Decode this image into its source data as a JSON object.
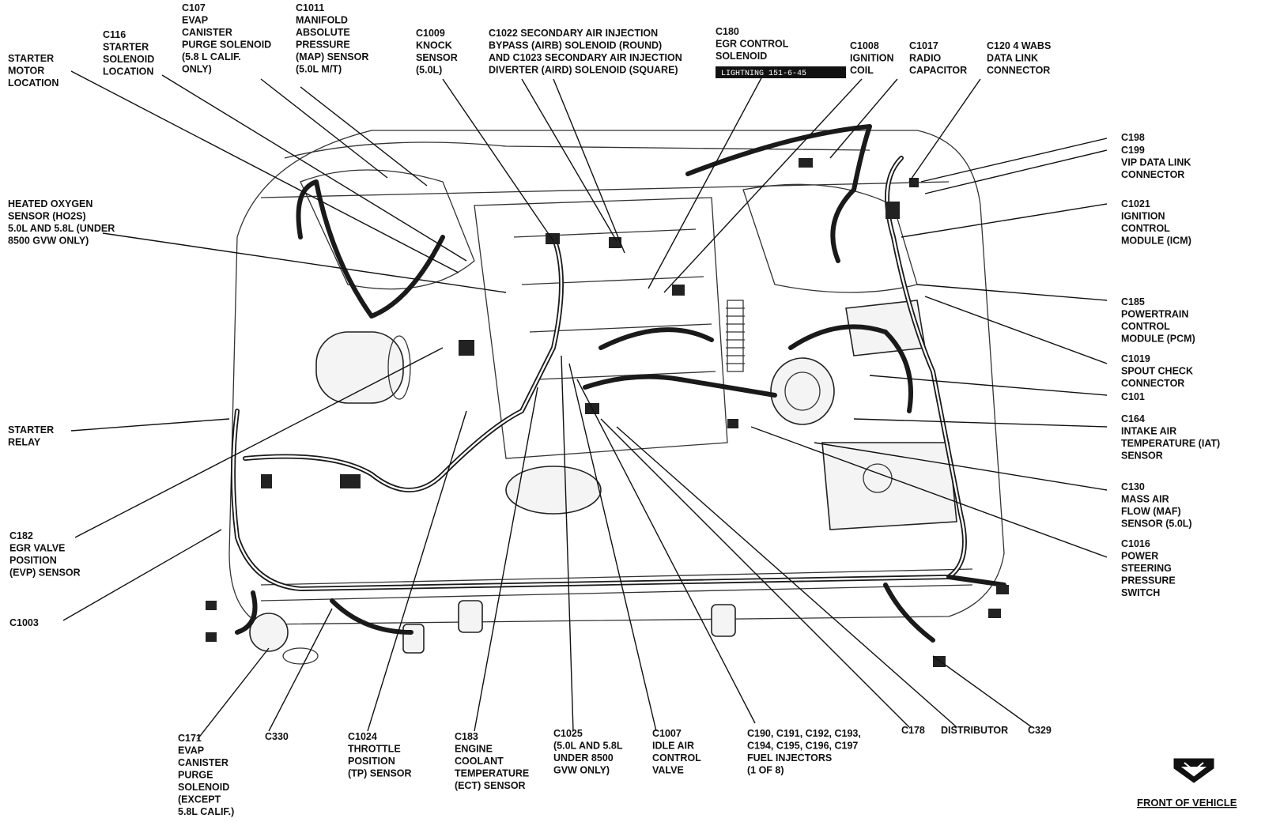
{
  "labels": {
    "starter_motor": [
      "STARTER",
      "MOTOR",
      "LOCATION"
    ],
    "c116": [
      "C116",
      "STARTER",
      "SOLENOID",
      "LOCATION"
    ],
    "c107": [
      "C107",
      "EVAP",
      "CANISTER",
      "PURGE SOLENOID",
      "(5.8 L CALIF.",
      "ONLY)"
    ],
    "c1011": [
      "C1011",
      "MANIFOLD",
      "ABSOLUTE",
      "PRESSURE",
      "(MAP) SENSOR",
      "(5.0L M/T)"
    ],
    "c1009": [
      "C1009",
      "KNOCK",
      "SENSOR",
      "(5.0L)"
    ],
    "c1022": [
      "C1022 SECONDARY AIR INJECTION",
      "BYPASS (AIRB) SOLENOID  (ROUND)",
      "AND C1023 SECONDARY AIR INJECTION",
      "DIVERTER (AIRD) SOLENOID (SQUARE)"
    ],
    "c180": [
      "C180",
      "EGR CONTROL",
      "SOLENOID"
    ],
    "c180_tag": "LIGHTNING 151-6-45",
    "c1008": [
      "C1008",
      "IGNITION",
      "COIL"
    ],
    "c1017": [
      "C1017",
      "RADIO",
      "CAPACITOR"
    ],
    "c120": [
      "C120 4 WABS",
      "DATA LINK",
      "CONNECTOR"
    ],
    "c198": [
      "C198"
    ],
    "c199": [
      "C199",
      "VIP DATA LINK",
      "CONNECTOR"
    ],
    "c1021": [
      "C1021",
      "IGNITION",
      "CONTROL",
      "MODULE (ICM)"
    ],
    "c185": [
      "C185",
      "POWERTRAIN",
      "CONTROL",
      "MODULE (PCM)"
    ],
    "c1019": [
      "C1019",
      "SPOUT CHECK",
      "CONNECTOR"
    ],
    "c101": [
      "C101"
    ],
    "c164": [
      "C164",
      "INTAKE AIR",
      "TEMPERATURE (IAT)",
      "SENSOR"
    ],
    "c130": [
      "C130",
      "MASS AIR",
      "FLOW (MAF)",
      "SENSOR (5.0L)"
    ],
    "c1016": [
      "C1016",
      "POWER",
      "STEERING",
      "PRESSURE",
      "SWITCH"
    ],
    "ho2s": [
      "HEATED OXYGEN",
      "SENSOR (HO2S)",
      "5.0L AND 5.8L (UNDER",
      "8500 GVW ONLY)"
    ],
    "starter_relay": [
      "STARTER",
      "RELAY"
    ],
    "c182": [
      "C182",
      "EGR VALVE",
      "POSITION",
      "(EVP) SENSOR"
    ],
    "c1003": [
      "C1003"
    ],
    "c171": [
      "C171",
      "EVAP",
      "CANISTER",
      "PURGE",
      "SOLENOID",
      "(EXCEPT",
      "5.8L CALIF.)"
    ],
    "c330": [
      "C330"
    ],
    "c1024": [
      "C1024",
      "THROTTLE",
      "POSITION",
      "(TP) SENSOR"
    ],
    "c183": [
      "C183",
      "ENGINE",
      "COOLANT",
      "TEMPERATURE",
      "(ECT) SENSOR"
    ],
    "c1025": [
      "C1025",
      "(5.0L AND 5.8L",
      "UNDER 8500",
      "GVW ONLY)"
    ],
    "c1007": [
      "C1007",
      "IDLE AIR",
      "CONTROL",
      "VALVE"
    ],
    "c190": [
      "C190, C191, C192, C193,",
      "C194, C195, C196, C197",
      "FUEL INJECTORS",
      "(1 OF 8)"
    ],
    "c178": [
      "C178"
    ],
    "distributor": [
      "DISTRIBUTOR"
    ],
    "c329": [
      "C329"
    ],
    "front": "FRONT OF VEHICLE"
  },
  "icons": {
    "front_arrow": "down-chevron-arrow-icon"
  },
  "colors": {
    "ink": "#111111",
    "paper": "#ffffff"
  }
}
